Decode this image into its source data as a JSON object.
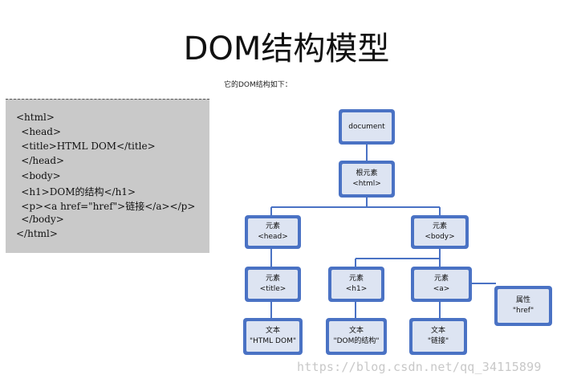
{
  "title": "DOM结构模型",
  "caption": "它的DOM结构如下：",
  "code_lines": [
    "<html>",
    "    <head>",
    "    <title>HTML DOM</title>",
    "    </head>",
    "    <body>",
    "    <h1>DOM的结构</h1>",
    "    <p><a href=\"href\">链接</a></p>",
    "    </body>",
    "</html>"
  ],
  "nodes": {
    "document": {
      "line1": "document",
      "line2": ""
    },
    "root": {
      "line1": "根元素",
      "line2": "<html>"
    },
    "head": {
      "line1": "元素",
      "line2": "<head>"
    },
    "body": {
      "line1": "元素",
      "line2": "<body>"
    },
    "title_el": {
      "line1": "元素",
      "line2": "<title>"
    },
    "h1": {
      "line1": "元素",
      "line2": "<h1>"
    },
    "a": {
      "line1": "元素",
      "line2": "<a>"
    },
    "attr": {
      "line1": "属性",
      "line2": "\"href\""
    },
    "text_title": {
      "line1": "文本",
      "line2": "\"HTML DOM\""
    },
    "text_h1": {
      "line1": "文本",
      "line2": "\"DOM的结构\""
    },
    "text_a": {
      "line1": "文本",
      "line2": "\"链接\""
    }
  },
  "watermark": "https://blog.csdn.net/qq_34115899",
  "colors": {
    "node_border": "#4a72c4",
    "node_fill": "#dde4f2",
    "connector": "#4a72c4",
    "code_bg": "#c9c9c9"
  }
}
